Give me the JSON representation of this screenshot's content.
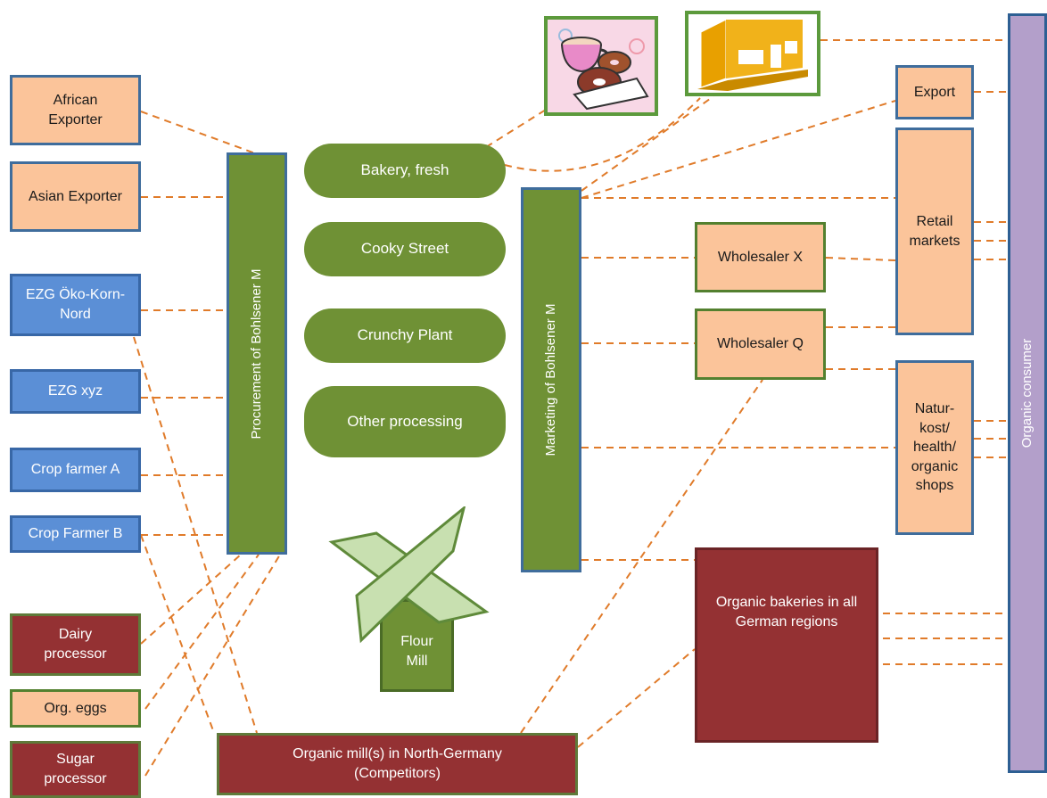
{
  "suppliers": {
    "african_exporter": "African\nExporter",
    "asian_exporter": "Asian Exporter",
    "ezg_oeko": "EZG Öko-Korn-\nNord",
    "ezg_xyz": "EZG xyz",
    "crop_farmer_a": "Crop farmer A",
    "crop_farmer_b": "Crop Farmer B",
    "dairy": "Dairy\nprocessor",
    "eggs": "Org. eggs",
    "sugar": "Sugar\nprocessor"
  },
  "procurement": "Procurement of Bohlsener M",
  "marketing": "Marketing of Bohlsener M",
  "units": [
    "Bakery, fresh",
    "Cooky Street",
    "Crunchy Plant",
    "Other processing"
  ],
  "flour_mill": "Flour\nMill",
  "competitor_mill": "Organic mill(s) in North-Germany\n(Competitors)",
  "wholesalers": {
    "x": "Wholesaler X",
    "q": "Wholesaler Q"
  },
  "channels": {
    "export": "Export",
    "retail": "Retail\nmarkets",
    "naturkost": "Natur-\nkost/\nhealth/\norganic\nshops",
    "bakeries": "Organic bakeries in all\nGerman regions"
  },
  "consumer": "Organic consumer",
  "icons": {
    "coffee": "coffee-donut-icon",
    "store": "store-icon",
    "windmill": "windmill-icon"
  },
  "colors": {
    "line": "#e07b2a",
    "green": "#6f9135",
    "peach": "#fbc49a",
    "blue": "#5b8fd6",
    "darkred": "#943133",
    "purple": "#b39fca"
  }
}
